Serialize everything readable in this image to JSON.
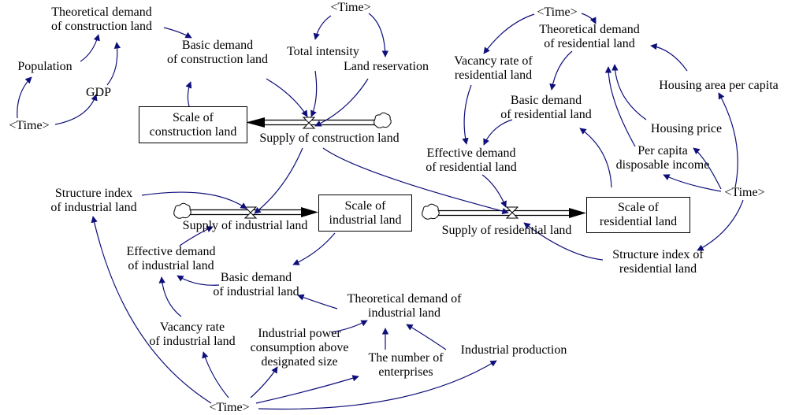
{
  "colors": {
    "link": "#0f0f7a",
    "pipe": "#000000",
    "text": "#000000",
    "background": "#ffffff"
  },
  "labels": {
    "time_top": "<Time>",
    "time_top_right": "<Time>",
    "time_left": "<Time>",
    "time_right": "<Time>",
    "time_bottom": "<Time>",
    "theoretical_construction": [
      "Theoretical demand",
      "of construction land"
    ],
    "population": "Population",
    "gdp": "GDP",
    "basic_construction": [
      "Basic demand",
      "of construction land"
    ],
    "total_intensity": "Total intensity",
    "land_reservation": "Land reservation",
    "supply_construction": "Supply of construction land",
    "theoretical_residential": [
      "Theoretical demand",
      "of residential land"
    ],
    "vacancy_residential": [
      "Vacancy rate of",
      "residential land"
    ],
    "basic_residential": [
      "Basic demand",
      "of residential land"
    ],
    "housing_area": "Housing area per capita",
    "housing_price": "Housing price",
    "per_capita_income": [
      "Per capita",
      "disposable income"
    ],
    "effective_residential": [
      "Effective demand",
      "of residential land"
    ],
    "structure_industrial": [
      "Structure index",
      "of industrial land"
    ],
    "supply_industrial": "Supply of industrial land",
    "supply_residential": "Supply of residential land",
    "structure_residential": [
      "Structure index of",
      "residential land"
    ],
    "effective_industrial": [
      "Effective demand",
      "of industrial land"
    ],
    "basic_industrial": [
      "Basic demand",
      "of industrial land"
    ],
    "theoretical_industrial": [
      "Theoretical demand of",
      "industrial land"
    ],
    "vacancy_industrial": [
      "Vacancy rate",
      "of industrial land"
    ],
    "industrial_power": [
      "Industrial power",
      "consumption above",
      "designated size"
    ],
    "num_enterprises": [
      "The number of",
      "enterprises"
    ],
    "industrial_production": "Industrial production"
  },
  "stocks": {
    "scale_construction": [
      "Scale of",
      "construction land"
    ],
    "scale_industrial": [
      "Scale of",
      "industrial land"
    ],
    "scale_residential": [
      "Scale of",
      "residential land"
    ]
  }
}
